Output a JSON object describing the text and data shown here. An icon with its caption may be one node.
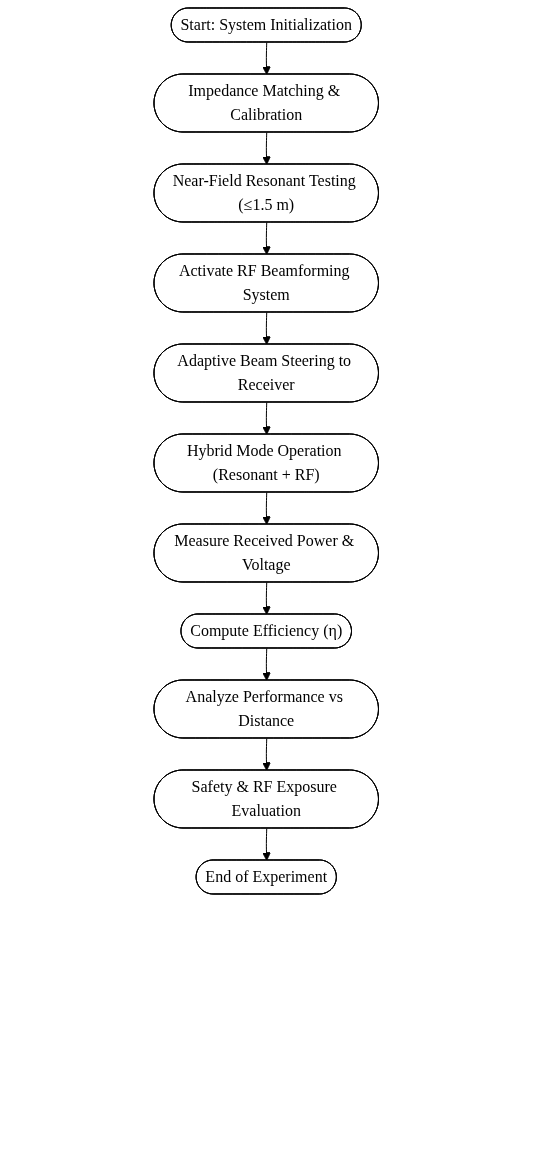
{
  "diagram": {
    "nodes": [
      {
        "text": [
          "Start: System Initialization"
        ]
      },
      {
        "text": [
          "Impedance Matching & Calibration"
        ]
      },
      {
        "text": [
          "Near-Field Resonant Testing (≤1.5 m)"
        ]
      },
      {
        "text": [
          "Activate RF Beamforming System"
        ]
      },
      {
        "text": [
          "Adaptive Beam Steering to Receiver"
        ]
      },
      {
        "text": [
          "Hybrid Mode Operation (Resonant + RF)"
        ]
      },
      {
        "text": [
          "Measure Received Power & Voltage"
        ]
      },
      {
        "text": [
          "Compute Efficiency (η)"
        ]
      },
      {
        "text": [
          "Analyze Performance vs Distance"
        ]
      },
      {
        "text": [
          "Safety & RF Exposure Evaluation"
        ]
      },
      {
        "text": [
          "End of Experiment"
        ]
      }
    ],
    "edges": [
      {
        "from": 0,
        "to": 1,
        "arrow": "to"
      },
      {
        "from": 1,
        "to": 2,
        "arrow": "to"
      },
      {
        "from": 2,
        "to": 3,
        "arrow": "to"
      },
      {
        "from": 3,
        "to": 4,
        "arrow": "to"
      },
      {
        "from": 4,
        "to": 5,
        "arrow": "to"
      },
      {
        "from": 5,
        "to": 6,
        "arrow": "to"
      },
      {
        "from": 6,
        "to": 7,
        "arrow": "to"
      },
      {
        "from": 7,
        "to": 8,
        "arrow": "to"
      },
      {
        "from": 8,
        "to": 9,
        "arrow": "to"
      },
      {
        "from": 9,
        "to": 10,
        "arrow": "to"
      }
    ]
  }
}
